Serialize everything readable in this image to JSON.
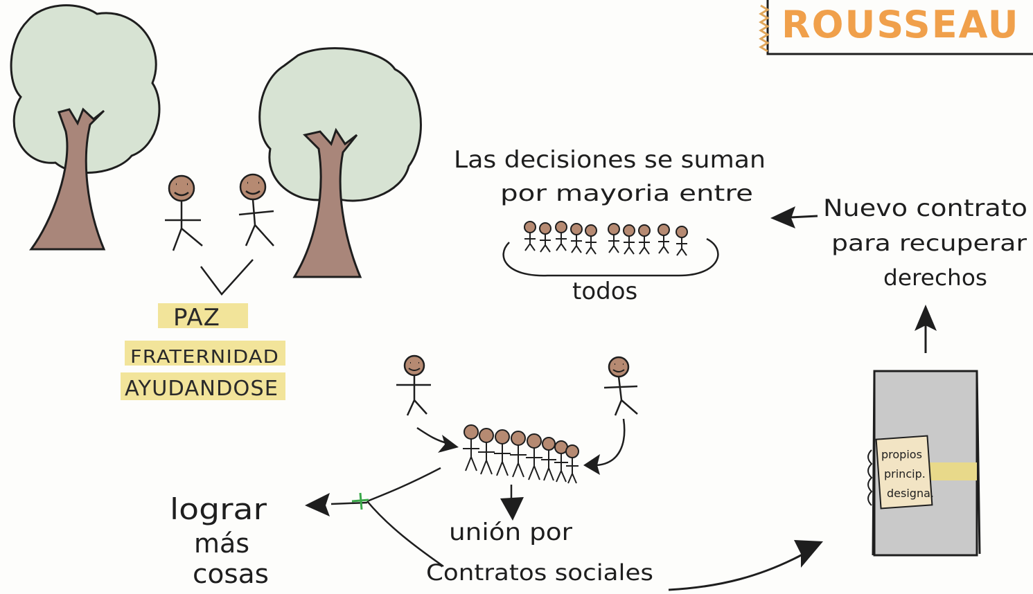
{
  "title": "ROUSSEAU",
  "left_labels": [
    "PAZ",
    "FRATERNIDAD",
    "AYUDANDOSE"
  ],
  "top_center_text": [
    "Las decisiones se suman",
    "por mayoria entre"
  ],
  "group_caption": "todos",
  "right_text": [
    "Nuevo contrato",
    "para recuperar",
    "derechos"
  ],
  "bottom_center_text": [
    "unión por",
    "Contratos sociales"
  ],
  "bottom_left_text": [
    "lograr",
    "más",
    "cosas"
  ],
  "note_text": [
    "propios",
    "princip.",
    "designa."
  ],
  "colors": {
    "title": "#f0a04b",
    "highlight": "#f2e49a",
    "foliage": "#d7e3d3",
    "trunk": "#a9867a",
    "face": "#b68a72",
    "door": "#c9c9c9",
    "band": "#e8d98a",
    "plus_mark": "#3ba84a",
    "ink": "#1e1e1e"
  }
}
